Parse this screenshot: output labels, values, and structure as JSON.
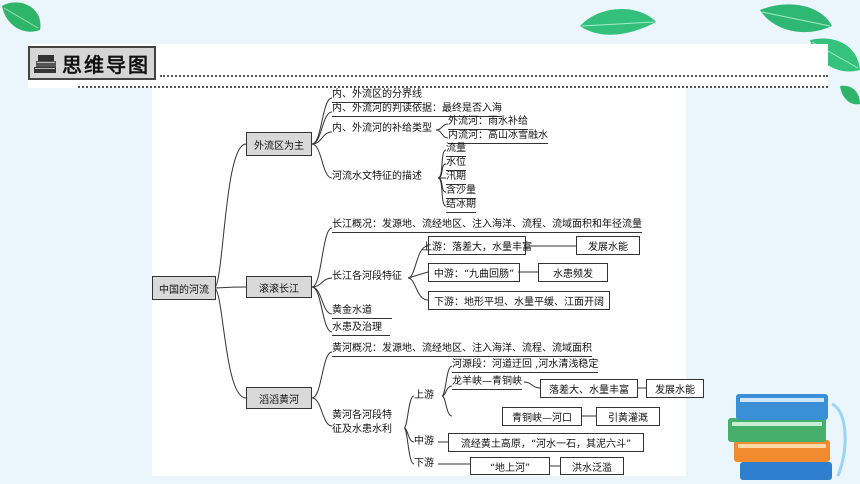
{
  "header": {
    "title": "思维导图"
  },
  "map": {
    "root": "中国的河流",
    "branch1": {
      "label": "外流区为主",
      "item1": "内、外流区的分界线",
      "item2": "内、外流河的判读依据：最终是否入海",
      "item3": "内、外流河的补给类型",
      "item3_sub1": "外流河：雨水补给",
      "item3_sub2": "内流河：高山冰雪融水",
      "item4": "河流水文特征的描述",
      "item4_subs": [
        "流量",
        "水位",
        "汛期",
        "含沙量",
        "结冰期"
      ]
    },
    "branch2": {
      "label": "滚滚长江",
      "overview": "长江概况：发源地、流经地区、注入海洋、流程、流域面积和年径流量",
      "segments": "长江各河段特征",
      "upper": "上游：落差大，水量丰富",
      "upper_use": "发展水能",
      "middle": "中游：“九曲回肠”",
      "middle_issue": "水患频发",
      "lower": "下游：地形平坦、水量平缓、江面开阔",
      "golden": "黄金水道",
      "flood": "水患及治理"
    },
    "branch3": {
      "label": "滔滔黄河",
      "overview": "黄河概况：发源地、流经地区、注入海洋、流程、流域面积",
      "segments_line1": "黄河各河段特",
      "segments_line2": "征及水患水利",
      "upper": "上游",
      "source": "河源段：河道迂回 ,河水清浅稳定",
      "longyang": "龙羊峡—青铜峡",
      "longyang_feature": "落差大、水量丰富",
      "longyang_use": "发展水能",
      "qingtong": "青铜峡—河口",
      "qingtong_use": "引黄灌溉",
      "middle": "中游",
      "middle_desc": "流经黄土高原，“河水一石，其泥六斗”",
      "lower": "下游",
      "lower_desc": "“地上河”",
      "lower_issue": "洪水泛滥"
    }
  }
}
